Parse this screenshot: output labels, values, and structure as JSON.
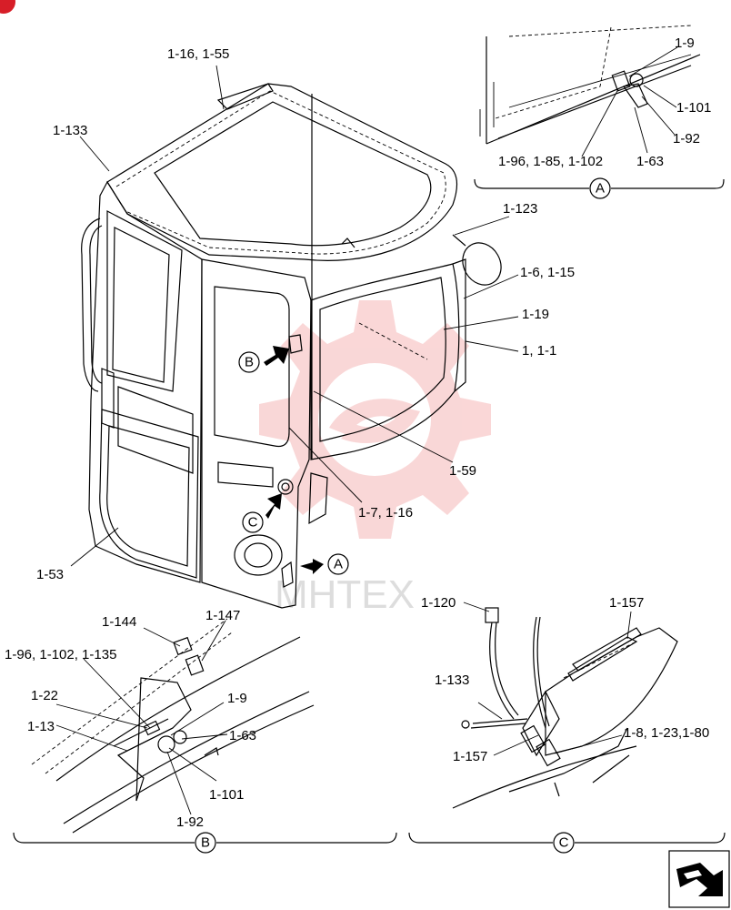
{
  "labels": {
    "l_1_16_1_55": "1-16, 1-55",
    "l_1_133_top": "1-133",
    "l_1_9_a": "1-9",
    "l_1_101_a": "1-101",
    "l_1_92_a": "1-92",
    "l_1_63_a": "1-63",
    "l_1_96_1_85_1_102": "1-96, 1-85, 1-102",
    "l_1_123": "1-123",
    "l_1_6_1_15": "1-6, 1-15",
    "l_1_19": "1-19",
    "l_1_1_1": "1, 1-1",
    "l_1_59": "1-59",
    "l_1_7_1_16": "1-7, 1-16",
    "l_1_53": "1-53",
    "l_1_144": "1-144",
    "l_1_147": "1-147",
    "l_1_96_1_102_1_135": "1-96, 1-102, 1-135",
    "l_1_22": "1-22",
    "l_1_9_b": "1-9",
    "l_1_13": "1-13",
    "l_1_63_b": "1-63",
    "l_1_101_b": "1-101",
    "l_1_92_b": "1-92",
    "l_1_120": "1-120",
    "l_1_157_top": "1-157",
    "l_1_133_c": "1-133",
    "l_1_8_1_23_1_80": "1-8, 1-23,1-80",
    "l_1_157_bot": "1-157"
  },
  "callouts": {
    "detail_a": "A",
    "detail_b": "B",
    "detail_c": "C",
    "pointer_a": "A",
    "pointer_b": "B",
    "pointer_c": "C"
  },
  "watermark": "MHTEX",
  "colors": {
    "line": "#000000",
    "watermark_gear": "#f5b7b7",
    "badge": "#d71e28"
  },
  "icons": {
    "corner_badge": "red-badge-icon",
    "nav_arrow": "return-arrow-icon"
  }
}
